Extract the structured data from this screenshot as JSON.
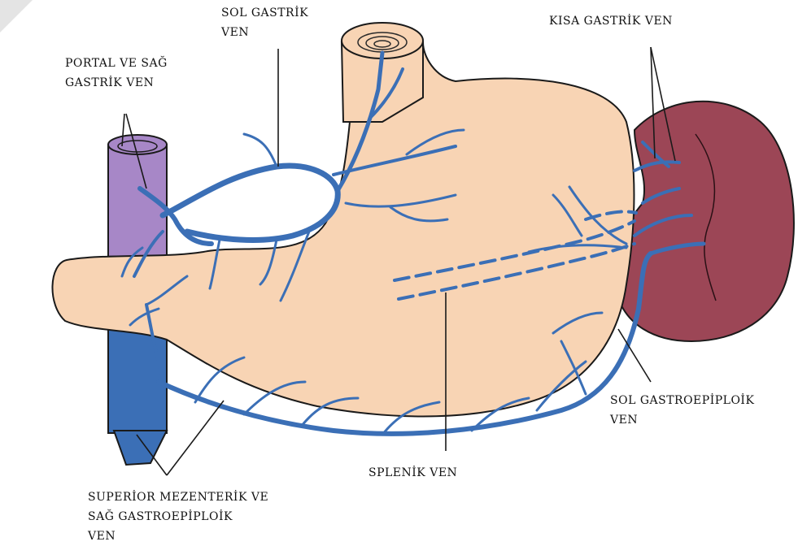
{
  "colors": {
    "stomach": "#f8d4b4",
    "vein": "#3b6fb6",
    "spleen": "#9c4656",
    "portal_upper": "#a787c7",
    "portal_lower": "#3b6fb6"
  },
  "labels": {
    "sol_gastrik": [
      "SOL GASTRİK",
      "VEN"
    ],
    "portal": [
      "PORTAL VE SAĞ",
      "GASTRİK VEN"
    ],
    "kisa_gastrik": [
      "KISA GASTRİK VEN"
    ],
    "sol_gastroepiploik": [
      "SOL GASTROEPİPLOİK",
      "VEN"
    ],
    "splenik": [
      "SPLENİK VEN"
    ],
    "superior": [
      "SUPERİOR MEZENTERİK VE",
      "SAĞ GASTROEPİPLOİK",
      "VEN"
    ]
  }
}
